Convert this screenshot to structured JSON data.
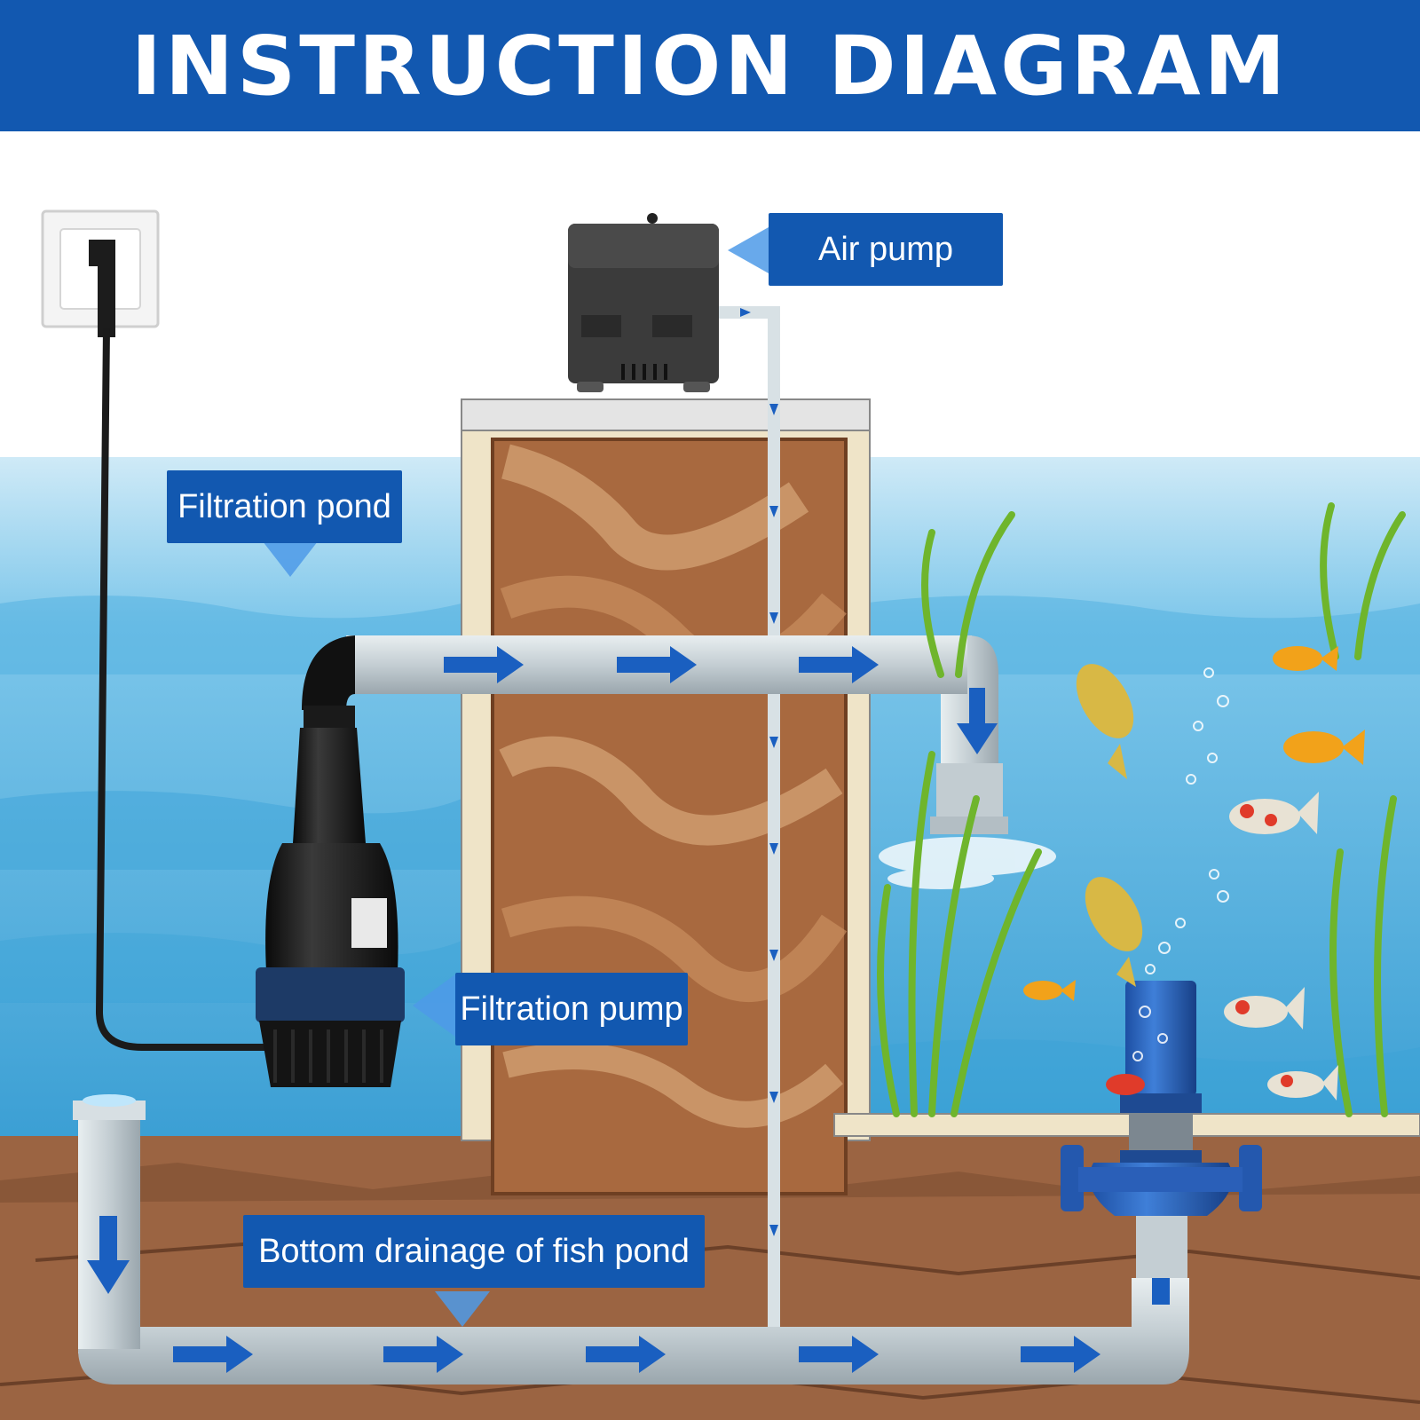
{
  "header": {
    "title": "INSTRUCTION DIAGRAM"
  },
  "labels": {
    "air_pump": "Air pump",
    "filtration_pond": "Filtration pond",
    "filtration_pump": "Filtration pump",
    "bottom_drainage": "Bottom drainage of fish pond"
  },
  "colors": {
    "header_bg": "#1258b0",
    "label_bg": "#1258b0",
    "arrow": "#1a5fc0",
    "pipe": "#c9d3d8",
    "water": "#5db8e0",
    "soil": "#a66a44"
  }
}
